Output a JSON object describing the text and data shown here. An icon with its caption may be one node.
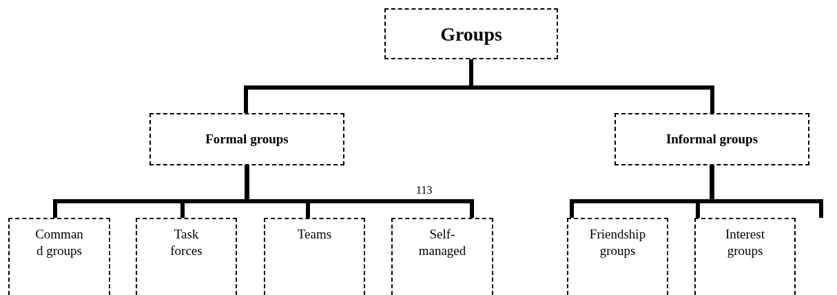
{
  "diagram": {
    "nodes": [
      {
        "text": [
          "Groups"
        ]
      },
      {
        "text": [
          "Formal groups"
        ]
      },
      {
        "text": [
          "Informal groups"
        ]
      },
      {
        "text": [
          "Comman d groups"
        ]
      },
      {
        "text": [
          "Task forces"
        ]
      },
      {
        "text": [
          "Teams"
        ]
      },
      {
        "text": [
          "Self- managed"
        ]
      },
      {
        "text": [
          "Friendship groups"
        ]
      },
      {
        "text": [
          "Interest groups"
        ]
      }
    ],
    "edges": [
      {
        "from": 0,
        "to": 1,
        "arrow": "none"
      },
      {
        "from": 0,
        "to": 2,
        "arrow": "none"
      },
      {
        "from": 1,
        "to": 3,
        "arrow": "none"
      },
      {
        "from": 1,
        "to": 4,
        "arrow": "none"
      },
      {
        "from": 1,
        "to": 5,
        "arrow": "none"
      },
      {
        "from": 1,
        "to": 6,
        "arrow": "none"
      },
      {
        "from": 2,
        "to": 7,
        "arrow": "none"
      },
      {
        "from": 2,
        "to": 8,
        "arrow": "none"
      },
      {
        "from": 2,
        "to": null,
        "arrow": "none"
      }
    ],
    "labels": [
      "113"
    ]
  }
}
